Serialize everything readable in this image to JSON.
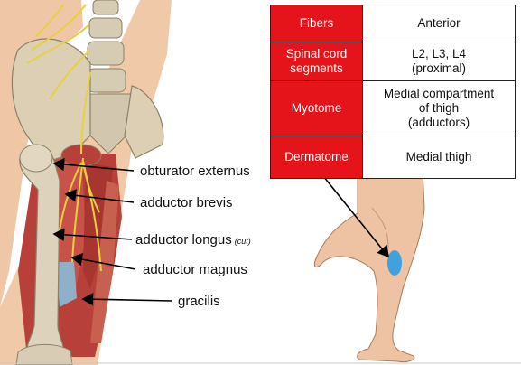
{
  "table": {
    "rows": [
      {
        "header": "Fibers",
        "value_lines": [
          "Anterior"
        ]
      },
      {
        "header_lines": [
          "Spinal cord",
          "segments"
        ],
        "value_lines": [
          "L2, L3, L4",
          "(proximal)"
        ]
      },
      {
        "header": "Myotome",
        "value_lines": [
          "Medial compartment",
          "of thigh",
          "(adductors)"
        ]
      },
      {
        "header": "Dermatome",
        "value_lines": [
          "Medial thigh"
        ]
      }
    ],
    "header_color": "#e5141b"
  },
  "muscle_labels": {
    "obturator_externus": "obturator externus",
    "adductor_brevis": "adductor brevis",
    "adductor_longus": "adductor longus",
    "adductor_longus_note": "(cut)",
    "adductor_magnus": "adductor magnus",
    "gracilis": "gracilis"
  },
  "colors": {
    "bone": "#d8cdb4",
    "muscle": "#b8403a",
    "nerve": "#e8d040",
    "skin": "#edc3a3",
    "dermatome_patch": "#3fa2dc"
  }
}
